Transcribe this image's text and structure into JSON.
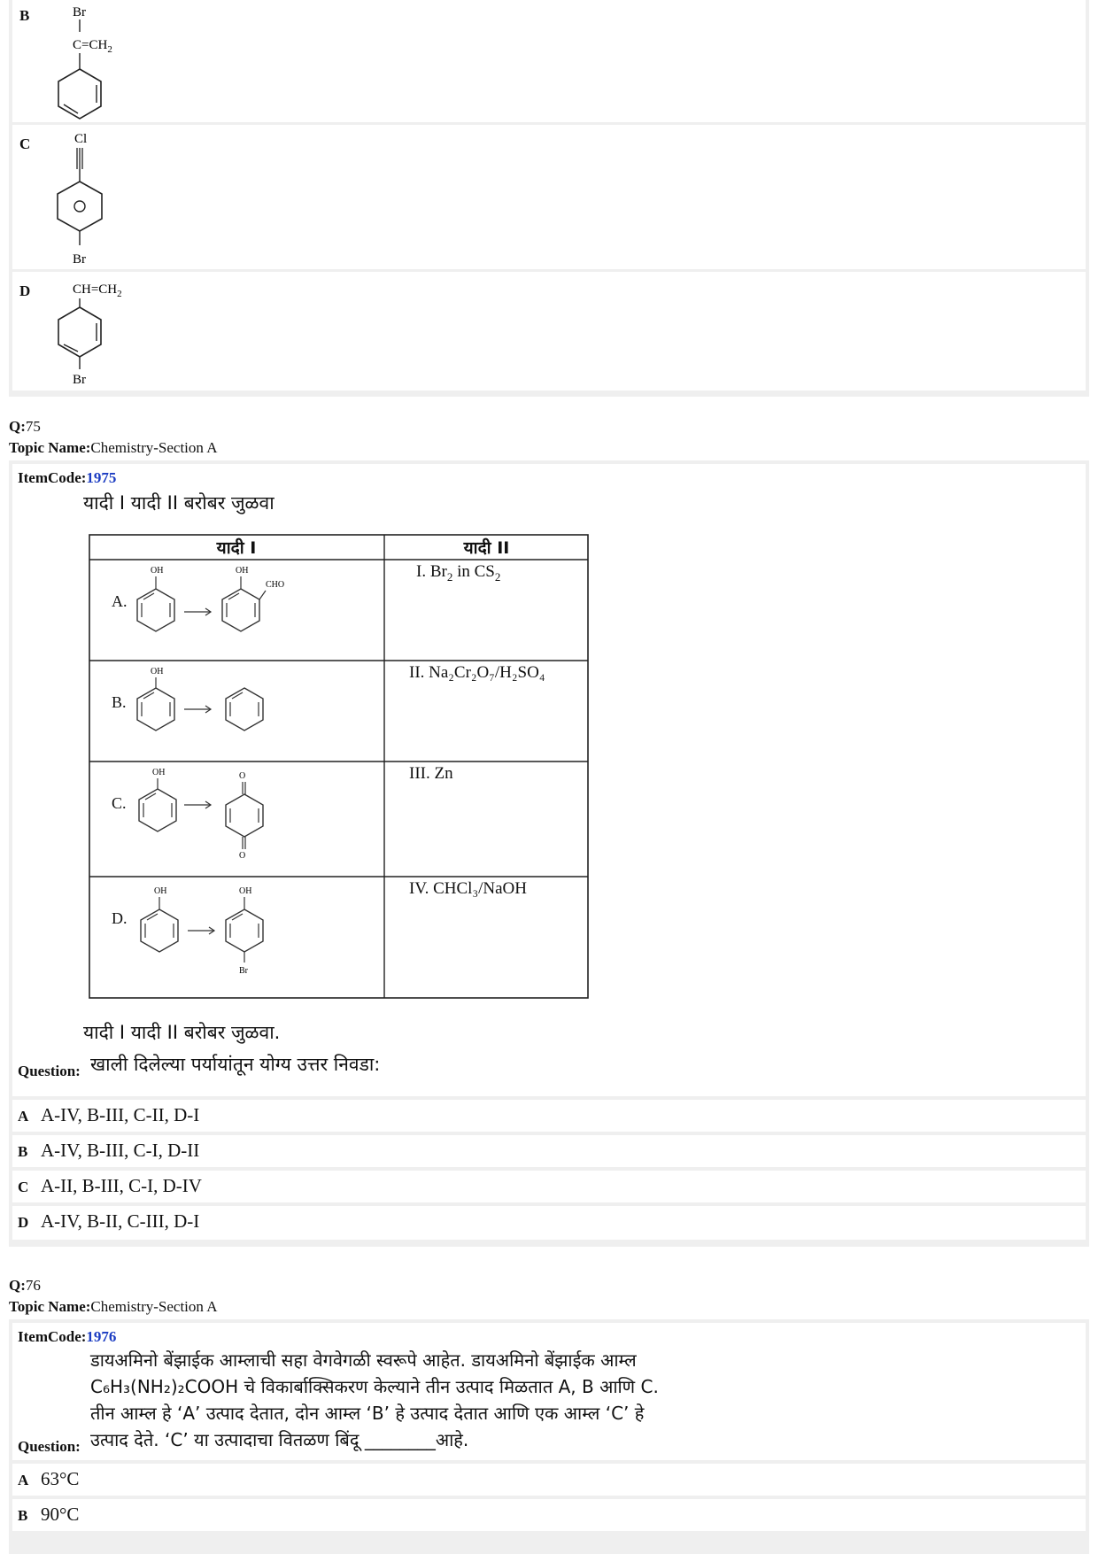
{
  "prev_question": {
    "options": [
      {
        "letter": "B",
        "top_label": "Br",
        "side_label": "C=CH",
        "side_sub": "2"
      },
      {
        "letter": "C",
        "top_label": "Cl",
        "bottom_label": "Br"
      },
      {
        "letter": "D",
        "top_label": "CH=CH",
        "top_sub": "2",
        "bottom_label": "Br"
      }
    ]
  },
  "q75": {
    "q_label": "Q:",
    "q_number": "75",
    "topic_label": "Topic Name:",
    "topic": "Chemistry-Section A",
    "item_label": "ItemCode:",
    "item_code": "1975",
    "instruction": "यादी I यादी II बरोबर जुळवा",
    "table": {
      "col1": "यादी I",
      "col2": "यादी II",
      "rows": [
        {
          "label": "A.",
          "reagent_pre": "I. Br",
          "reagent_sub": "2",
          "reagent_post": " in CS",
          "reagent_sub2": "2"
        },
        {
          "label": "B.",
          "reagent_html": "II. Na₂Cr₂O₇/H₂SO₄"
        },
        {
          "label": "C.",
          "reagent_html": "III. Zn"
        },
        {
          "label": "D.",
          "reagent_html": "IV. CHCl₃/NaOH"
        }
      ],
      "oh": "OH",
      "cho": "CHO",
      "o": "O",
      "br": "Br"
    },
    "instruction2": "यादी I यादी II बरोबर जुळवा.",
    "question_label": "Question:",
    "question": "खाली दिलेल्या पर्यायांतून योग्य उत्तर निवडा:",
    "options": [
      {
        "letter": "A",
        "text": "A-IV, B-III, C-II, D-I"
      },
      {
        "letter": "B",
        "text": "A-IV, B-III, C-I, D-II"
      },
      {
        "letter": "C",
        "text": "A-II, B-III, C-I, D-IV"
      },
      {
        "letter": "D",
        "text": "A-IV, B-II, C-III, D-I"
      }
    ]
  },
  "q76": {
    "q_label": "Q:",
    "q_number": "76",
    "topic_label": "Topic Name:",
    "topic": "Chemistry-Section A",
    "item_label": "ItemCode:",
    "item_code": "1976",
    "line1": "डायअमिनो बेंझाईक आम्लाची सहा वेगवेगळी स्वरूपे आहेत. डायअमिनो बेंझाईक आम्ल",
    "line2": "C₆H₃(NH₂)₂COOH चे विकार्बाक्सिकरण केल्याने तीन उत्पाद मिळतात A, B आणि C.",
    "line3": "तीन आम्ल हे ‘A’ उत्पाद देतात, दोन आम्ल ‘B’ हे उत्पाद देतात आणि एक आम्ल ‘C’ हे",
    "line4": "उत्पाद देते. ‘C’ या उत्पादाचा वितळण बिंदू ________आहे.",
    "question_label": "Question:",
    "options": [
      {
        "letter": "A",
        "text": "63°C"
      },
      {
        "letter": "B",
        "text": "90°C"
      }
    ]
  }
}
